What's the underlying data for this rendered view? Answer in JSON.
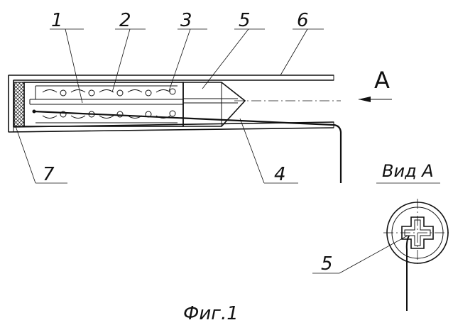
{
  "labels": {
    "part_1": "1",
    "part_2": "2",
    "part_3": "3",
    "part_4": "4",
    "part_5": "5",
    "part_6": "6",
    "part_7": "7",
    "view_marker": "A",
    "view_title": "Вид А",
    "section_part": "5"
  },
  "caption": "Фиг.1",
  "colors": {
    "ink": "#111111",
    "paper": "#ffffff"
  }
}
